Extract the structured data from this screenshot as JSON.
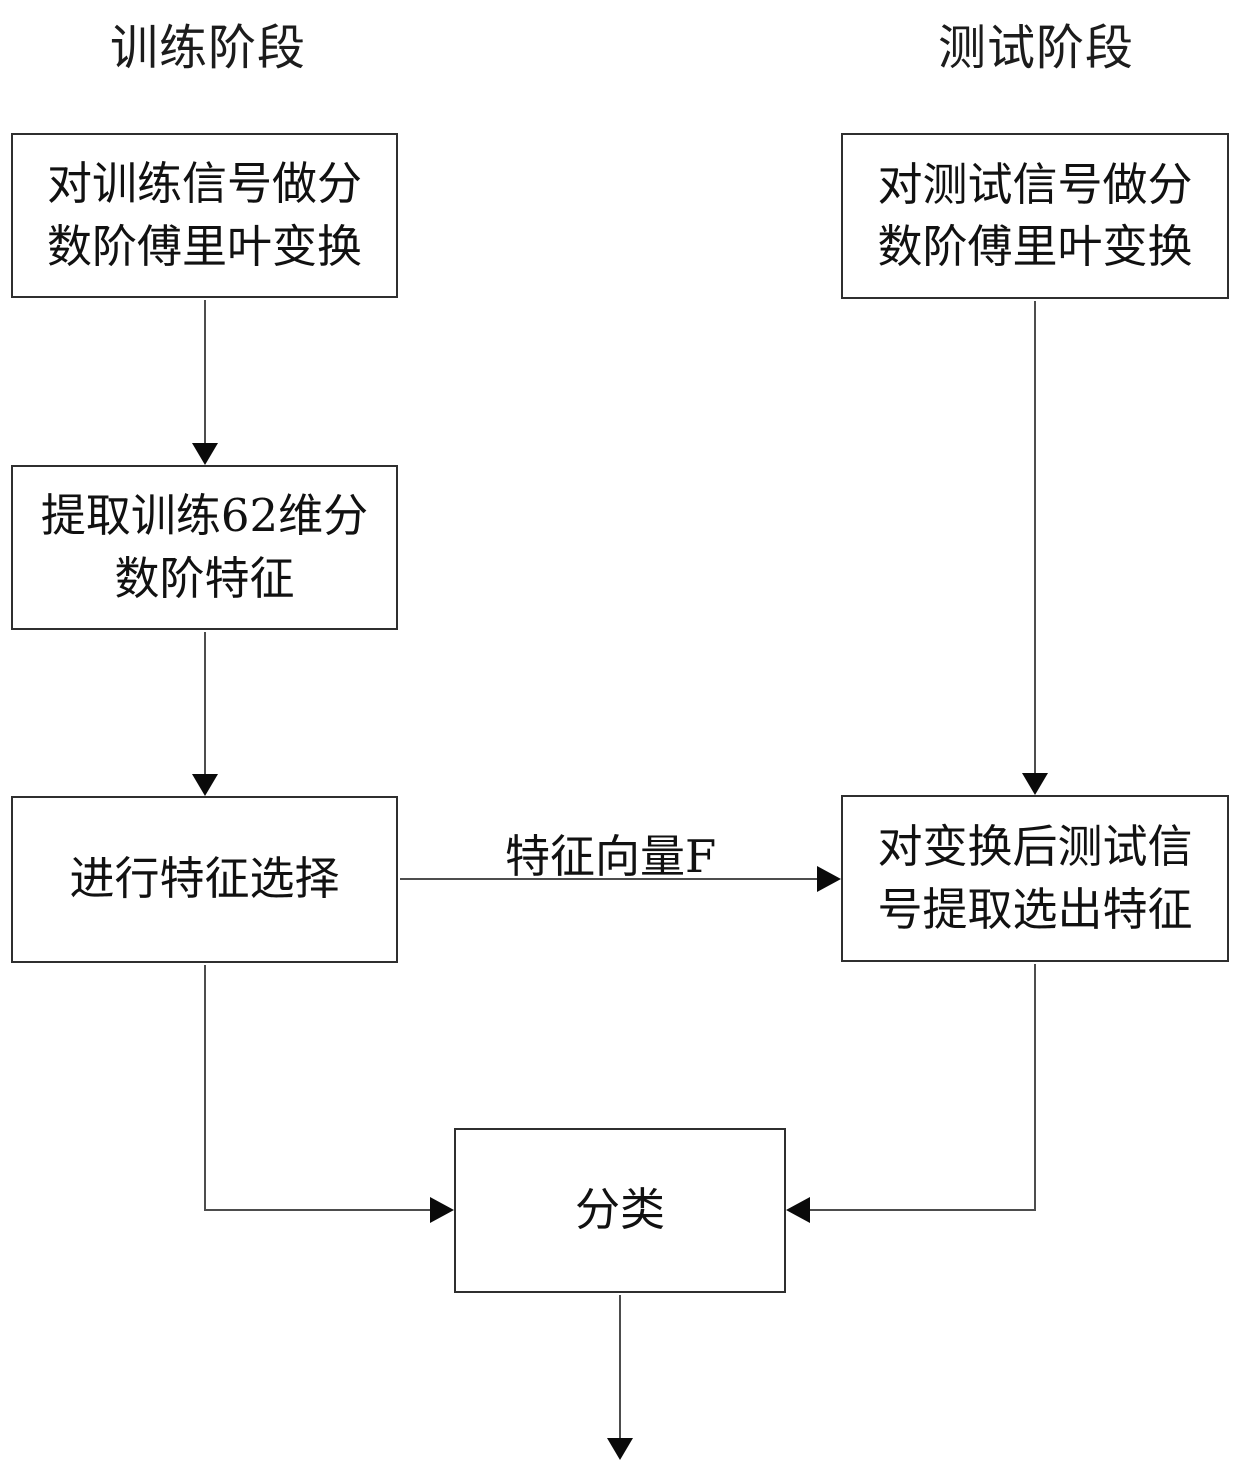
{
  "diagram": {
    "titles": {
      "train_phase": "训练阶段",
      "test_phase": "测试阶段"
    },
    "nodes": {
      "train_frft": "对训练信号做分数阶傅里叶变换",
      "train_extract": "提取训练62维分数阶特征",
      "train_select": "进行特征选择",
      "test_frft": "对测试信号做分数阶傅里叶变换",
      "test_extract": "对变换后测试信号提取选出特征",
      "classify": "分类"
    },
    "edge_labels": {
      "feature_vector": "特征向量F"
    },
    "colors": {
      "background": "#ffffff",
      "box_border": "#2f2f2f",
      "line": "#4d4d4d",
      "arrowhead": "#0a0a0a",
      "text": "#111111"
    }
  }
}
